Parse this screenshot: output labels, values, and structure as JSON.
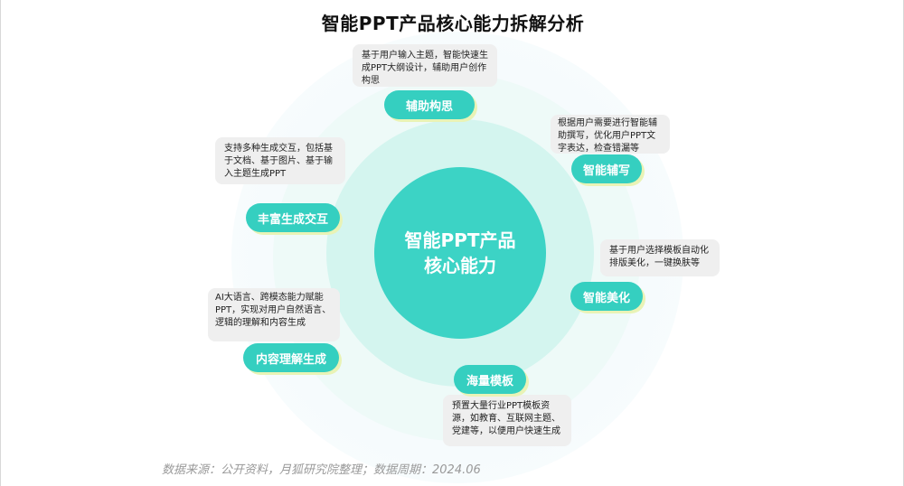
{
  "title": "智能PPT产品核心能力拆解分析",
  "center": {
    "line1": "智能PPT产品",
    "line2": "核心能力"
  },
  "nodes": [
    {
      "id": "fuzhu-gousi",
      "label": "辅助构思",
      "desc": "基于用户输入主题，智能快速生成PPT大纲设计，辅助用户创作构思"
    },
    {
      "id": "zhineng-fuxie",
      "label": "智能辅写",
      "desc": "根据用户需要进行智能辅助撰写，优化用户PPT文字表达，检查错漏等"
    },
    {
      "id": "zhineng-meihua",
      "label": "智能美化",
      "desc": "基于用户选择模板自动化排版美化，一键换肤等"
    },
    {
      "id": "hailiang-muban",
      "label": "海量模板",
      "desc": "预置大量行业PPT模板资源，如教育、互联网主题、党建等，以便用户快速生成"
    },
    {
      "id": "neirong-lijie",
      "label": "内容理解生成",
      "desc": "AI大语言、跨模态能力赋能PPT，实现对用户自然语言、逻辑的理解和内容生成"
    },
    {
      "id": "fengfu-jiaohu",
      "label": "丰富生成交互",
      "desc": "支持多种生成交互，包括基于文档、基于图片、基于输入主题生成PPT"
    }
  ],
  "source": "数据来源：公开资料，月狐研究院整理；数据周期：2024.06",
  "colors": {
    "accent": "#35cfc0",
    "center": "#3cd3c5",
    "ring_inner": "#d4f5ef",
    "ring_mid": "#eefaf8",
    "desc_bg": "#efefef",
    "shadow": "#e9f3b6"
  }
}
